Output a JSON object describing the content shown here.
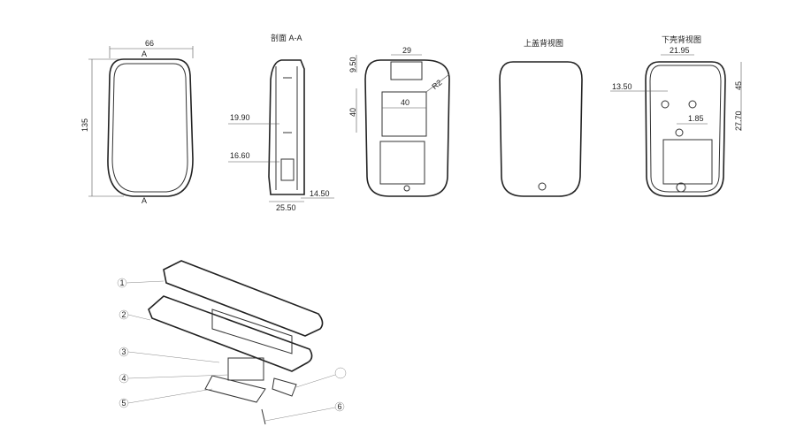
{
  "views": {
    "front": {
      "width_dim": "66",
      "height_dim": "135",
      "section_mark_top": "A",
      "section_mark_bottom": "A"
    },
    "section": {
      "title": "剖面 A-A",
      "dims": [
        "19.90",
        "16.60",
        "14.50",
        "25.50"
      ]
    },
    "top_cover_inner": {
      "dims": {
        "top_gap": "9.50",
        "window_width": "29",
        "panel_height": "40",
        "panel_width": "40",
        "radius": "R2"
      }
    },
    "top_cover_back": {
      "title": "上盖背视图"
    },
    "bottom_shell_back": {
      "title": "下壳背视图",
      "dims": {
        "hole_spacing": "21.95",
        "offset": "13.50",
        "top_dist": "45",
        "center_offset": "1.85",
        "lower_dist": "27.70"
      }
    }
  },
  "exploded": {
    "callouts": [
      "1",
      "2",
      "3",
      "4",
      "5",
      "",
      "6"
    ]
  }
}
